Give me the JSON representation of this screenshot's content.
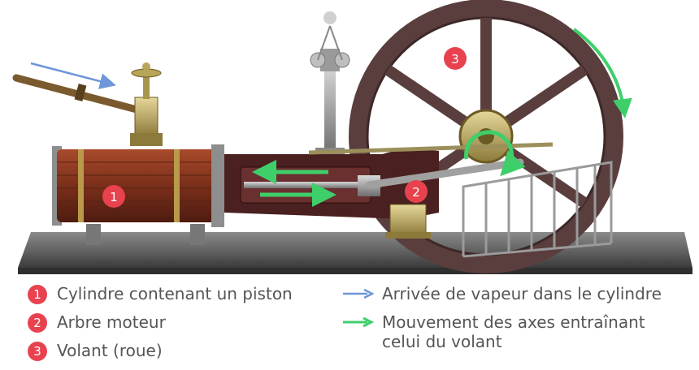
{
  "photo_markers": {
    "cylinder": "1",
    "shaft": "2",
    "flywheel": "3"
  },
  "legend": {
    "items": [
      {
        "number": "1",
        "label": "Cylindre contenant un piston"
      },
      {
        "number": "2",
        "label": "Arbre moteur"
      },
      {
        "number": "3",
        "label": "Volant (roue)"
      }
    ],
    "arrows": [
      {
        "label": "Arrivée de vapeur dans le cylindre"
      },
      {
        "label": "Mouvement des axes entraînant\ncelui du volant"
      }
    ]
  },
  "colors": {
    "badge": "#e8424f",
    "steam_arrow": "#6f96d8",
    "motion_arrow": "#3ecf6a",
    "legend_text": "#555555",
    "cylinder_wood": "#8a3a22",
    "flywheel": "#5a3e3e",
    "base_plate": "#6a6a6a"
  },
  "icons": [
    "steam-arrow-icon",
    "motion-arrow-icon"
  ]
}
